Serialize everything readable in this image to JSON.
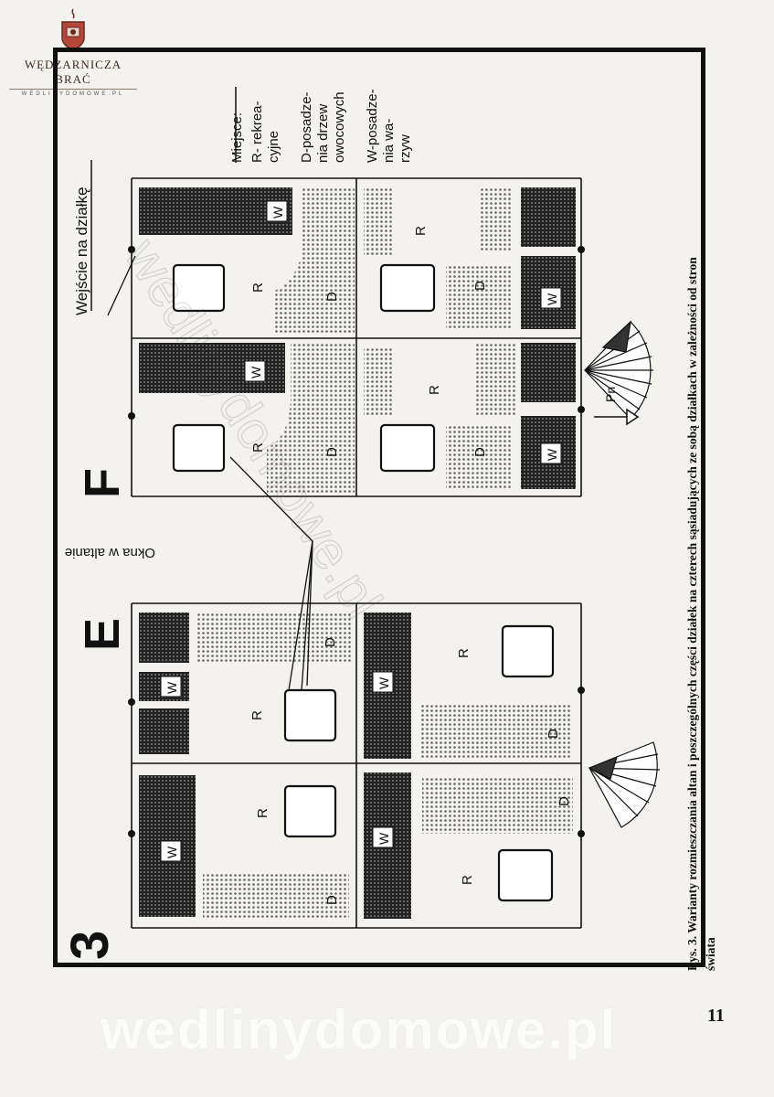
{
  "logo": {
    "name": "WĘDZARNICZA BRAĆ",
    "site": "WEDLINYDOMOWE.PL"
  },
  "figure": {
    "number": "3",
    "variant_e": "E",
    "variant_f": "F",
    "entrance_label": "Wejście na działkę",
    "windows_label": "Okna w altanie",
    "north_label": "Pn",
    "legend": {
      "title": "Miejsce:",
      "r_line1": "R- rekrea-",
      "r_line2": "cyjne",
      "d_line1": "D-posadze-",
      "d_line2": "nia drzew",
      "d_line3": "owocowych",
      "w_line1": "W-posadze-",
      "w_line2": "nia wa-",
      "w_line3": "rzyw"
    },
    "zone_r": "R",
    "zone_d": "D",
    "zone_w": "W",
    "colors": {
      "dotted": "#555555",
      "dark": "#222222",
      "line": "#111111"
    }
  },
  "caption": {
    "line1": "Rys. 3. Warianty rozmieszczania altan i poszczególnych części działek na czterech sąsiadujących ze sobą działkach w zależności od stron",
    "line2": "świata"
  },
  "page_number": "11",
  "watermark": "wedlinydomowe.pl"
}
